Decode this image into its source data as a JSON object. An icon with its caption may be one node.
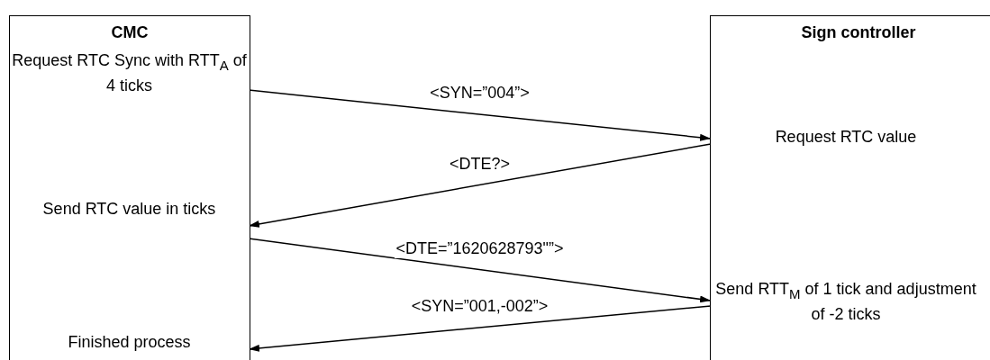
{
  "diagram": {
    "nodes": [
      {
        "text": [
          "CMC"
        ]
      },
      {
        "text": [
          "Sign controller"
        ]
      },
      {
        "text": [
          "Request RTC Sync with RTT$_{A}$ of 4 ticks"
        ],
        "in": 0
      },
      {
        "text": [
          "Request RTC value"
        ],
        "in": 1
      },
      {
        "text": [
          "Send RTC value in ticks"
        ],
        "in": 0
      },
      {
        "text": [
          "Send RTT$_{M}$  of 1 tick and adjustment of -2 ticks"
        ],
        "in": 1
      },
      {
        "text": [
          "Finished process"
        ],
        "in": 0
      }
    ],
    "edges": [
      {
        "from": 2,
        "to": 3,
        "arrow": "to",
        "label": "<SYN=”004”>"
      },
      {
        "from": 3,
        "to": 4,
        "arrow": "to",
        "label": "<DTE?>"
      },
      {
        "from": 4,
        "to": 5,
        "arrow": "to",
        "label": "<DTE=”1620628793\"”>"
      },
      {
        "from": 5,
        "to": 6,
        "arrow": "to",
        "label": "<SYN=”001,-002”>"
      }
    ]
  }
}
